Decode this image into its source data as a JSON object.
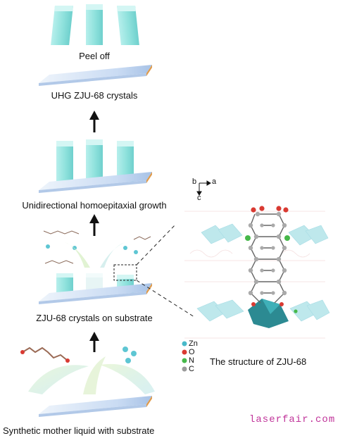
{
  "steps": {
    "peel_off": "Peel off",
    "uhg_crystals": "UHG ZJU-68 crystals",
    "growth": "Unidirectional homoepitaxial growth",
    "on_substrate": "ZJU-68 crystals on substrate",
    "mother_liquid": "Synthetic mother liquid with substrate"
  },
  "axes": {
    "b": "b",
    "a": "a",
    "c": "c"
  },
  "legend": {
    "zn": "Zn",
    "o": "O",
    "n": "N",
    "c": "C",
    "colors": {
      "zn": "#48b9c9",
      "o": "#d93a32",
      "n": "#46b84a",
      "c": "#9a9a9a"
    }
  },
  "structure_caption": "The structure of ZJU-68",
  "watermark": "laserfair.com",
  "colors": {
    "crystal": "#8fe0dc",
    "substrate": "#c8daf2",
    "arrow": "#111111"
  }
}
